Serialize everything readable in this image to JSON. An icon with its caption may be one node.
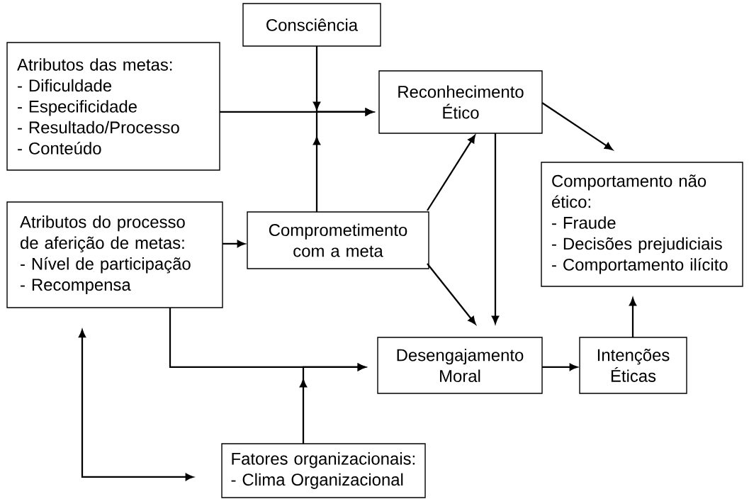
{
  "diagram": {
    "nodes": [
      {
        "text": [
          "Consciência"
        ]
      },
      {
        "text": [
          "Atributos das metas:",
          "- Dificuldade",
          "- Especificidade",
          "- Resultado/Processo",
          "- Conteúdo"
        ]
      },
      {
        "text": [
          "Reconhecimento Ético"
        ]
      },
      {
        "text": [
          "Comportamento não ético:",
          "- Fraude",
          "- Decisões prejudiciais",
          "- Comportamento ilícito"
        ]
      },
      {
        "text": [
          "Atributos do processo de aferição de metas:",
          "- Nível de participação",
          "- Recompensa"
        ]
      },
      {
        "text": [
          "Comprometimento com a meta"
        ]
      },
      {
        "text": [
          "Desengajamento Moral"
        ]
      },
      {
        "text": [
          "Intenções Éticas"
        ]
      },
      {
        "text": [
          "Fatores organizacionais:",
          "- Clima Organizacional"
        ]
      }
    ],
    "edges": [
      {
        "from": 0,
        "to": 2,
        "arrow": "to"
      },
      {
        "from": 1,
        "to": 2,
        "arrow": "to"
      },
      {
        "from": 5,
        "to": 2,
        "arrow": "to"
      },
      {
        "from": 5,
        "to": 2,
        "arrow": "to"
      },
      {
        "from": 2,
        "to": 3,
        "arrow": "to"
      },
      {
        "from": 4,
        "to": 5,
        "arrow": "to"
      },
      {
        "from": 2,
        "to": 6,
        "arrow": "to"
      },
      {
        "from": 5,
        "to": 6,
        "arrow": "to"
      },
      {
        "from": 4,
        "to": 6,
        "arrow": "to"
      },
      {
        "from": 8,
        "to": 6,
        "arrow": "to"
      },
      {
        "from": 4,
        "to": 8,
        "arrow": "both"
      },
      {
        "from": 6,
        "to": 7,
        "arrow": "to"
      },
      {
        "from": 7,
        "to": 3,
        "arrow": "to"
      }
    ]
  }
}
